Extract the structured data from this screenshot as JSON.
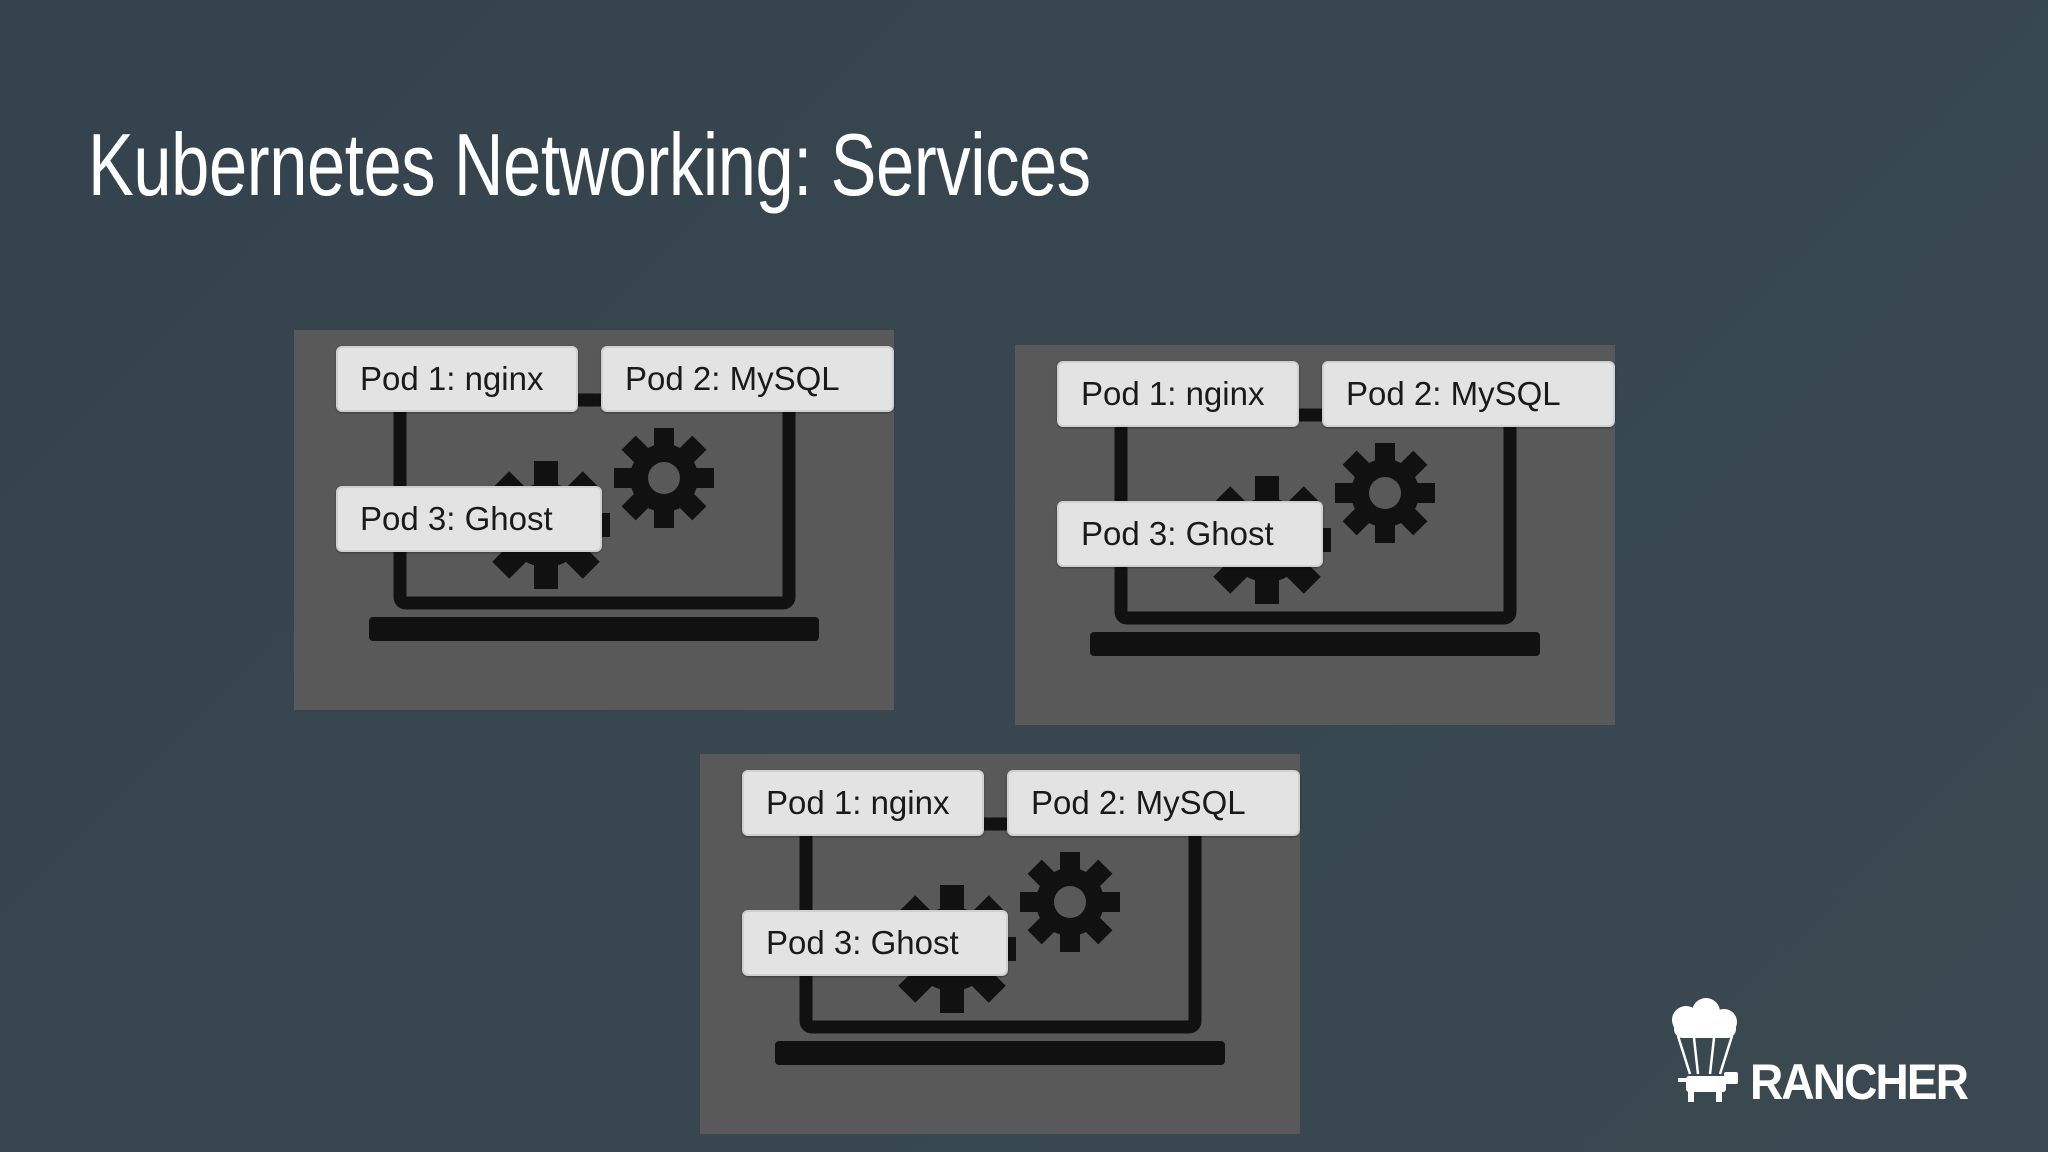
{
  "slide": {
    "title": "Kubernetes Networking: Services"
  },
  "nodes": [
    {
      "pods": [
        "Pod 1: nginx",
        "Pod 2: MySQL",
        "Pod 3: Ghost"
      ]
    },
    {
      "pods": [
        "Pod 1: nginx",
        "Pod 2: MySQL",
        "Pod 3: Ghost"
      ]
    },
    {
      "pods": [
        "Pod 1: nginx",
        "Pod 2: MySQL",
        "Pod 3: Ghost"
      ]
    }
  ],
  "logo": {
    "wordmark": "RANCHER",
    "icon": "cloud-parachute-cow-icon"
  },
  "colors": {
    "background": "#36444e",
    "node_panel": "#595959",
    "pod_label": "#e3e3e3",
    "laptop_icon": "#111111"
  }
}
